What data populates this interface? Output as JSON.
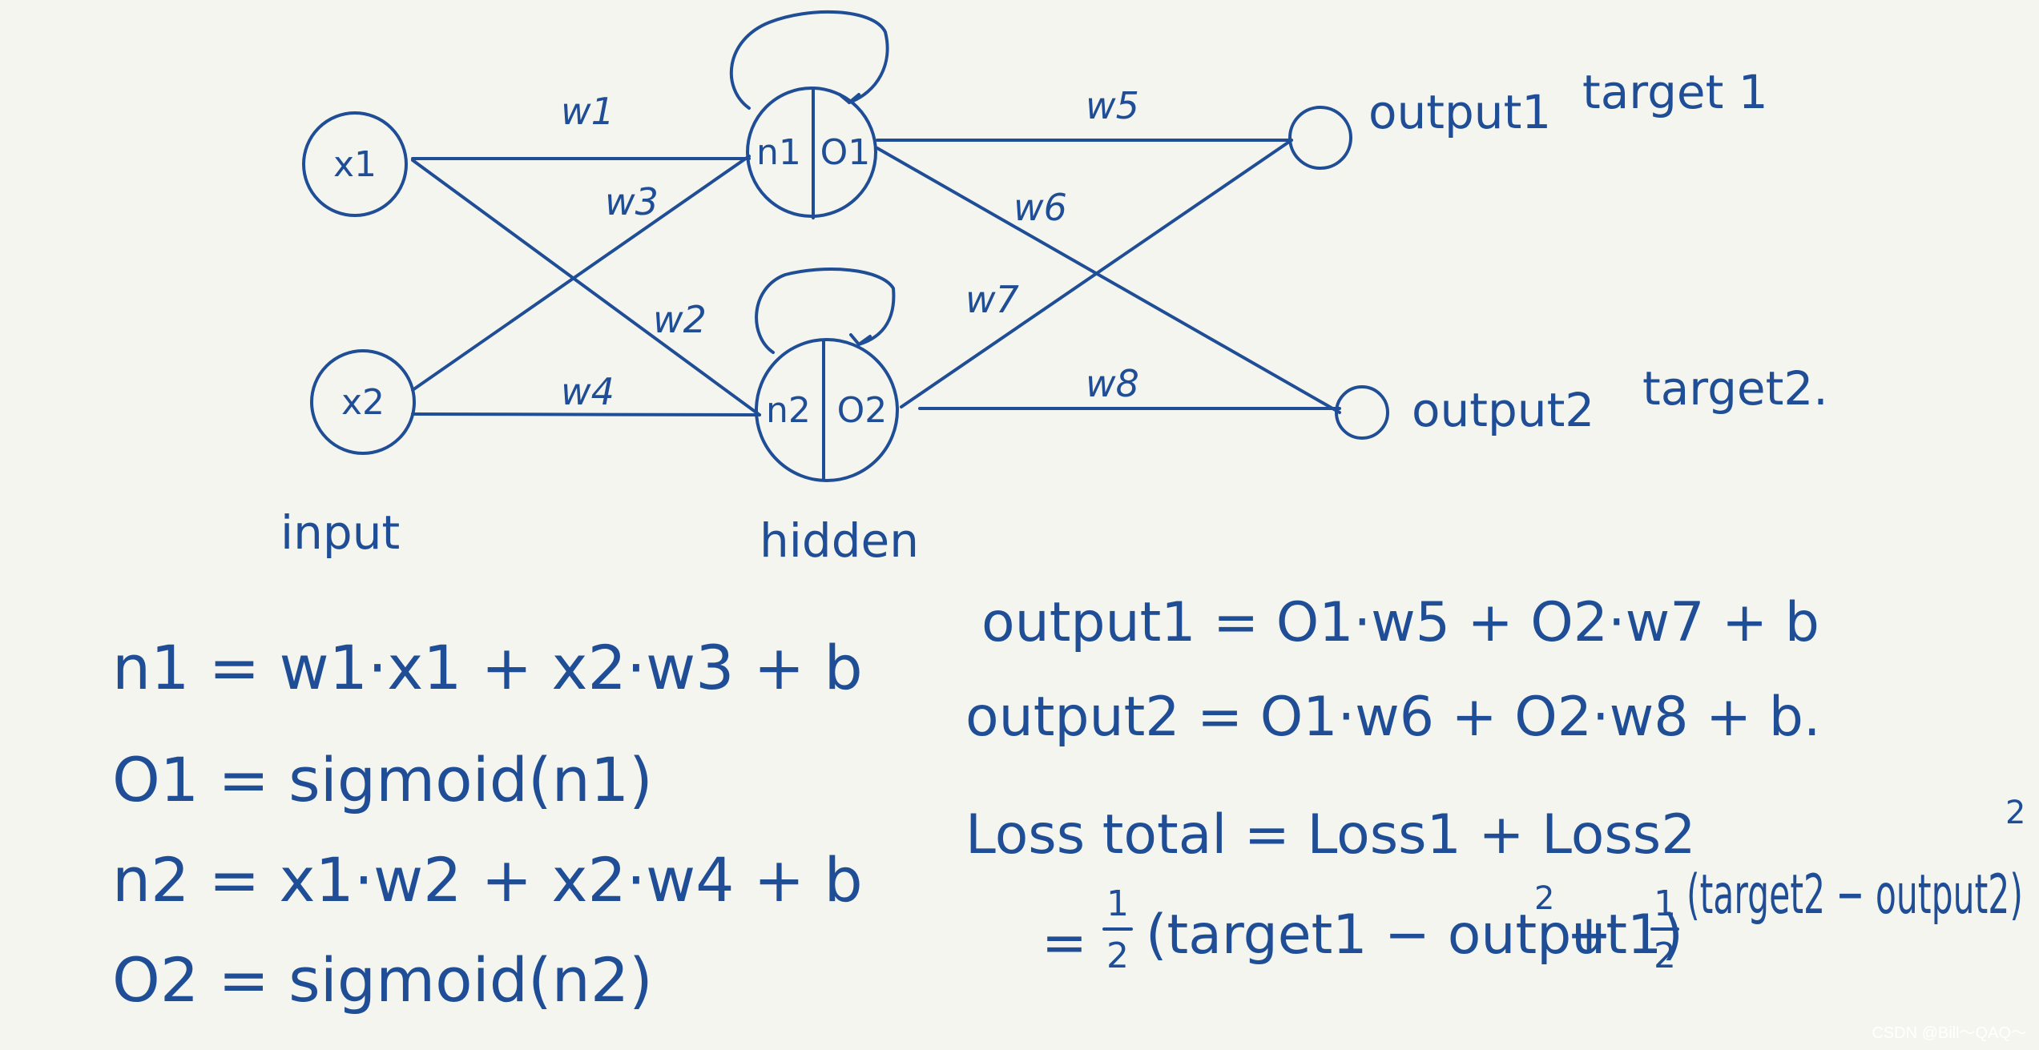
{
  "nodes": {
    "x1": "x1",
    "x2": "x2",
    "n1": "n1",
    "o1": "O1",
    "n2": "n2",
    "o2": "O2"
  },
  "outputs": {
    "output1": "output1",
    "output2": "output2",
    "target1": "target 1",
    "target2": "target2."
  },
  "weights": {
    "w1": "w1",
    "w2": "w2",
    "w3": "w3",
    "w4": "w4",
    "w5": "w5",
    "w6": "w6",
    "w7": "w7",
    "w8": "w8"
  },
  "layers": {
    "input": "input",
    "hidden": "hidden"
  },
  "equations_left": [
    "n1 = w1·x1 + x2·w3 + b",
    "O1 = sigmoid(n1)",
    "n2 = x1·w2 + x2·w4 + b",
    "O2 = sigmoid(n2)"
  ],
  "equations_right": {
    "out1": "output1 = O1·w5 + O2·w7 + b",
    "out2": "output2 = O1·w6 + O2·w8 + b.",
    "loss": "Loss total = Loss1 + Loss2",
    "loss2_prefix": "=",
    "half": "1",
    "half_den": "2",
    "term1": "(target1 − output1)",
    "sq": "2",
    "plus": "+",
    "term2": "(target2 − output2)"
  },
  "watermark": "CSDN @Bill～QAQ～"
}
